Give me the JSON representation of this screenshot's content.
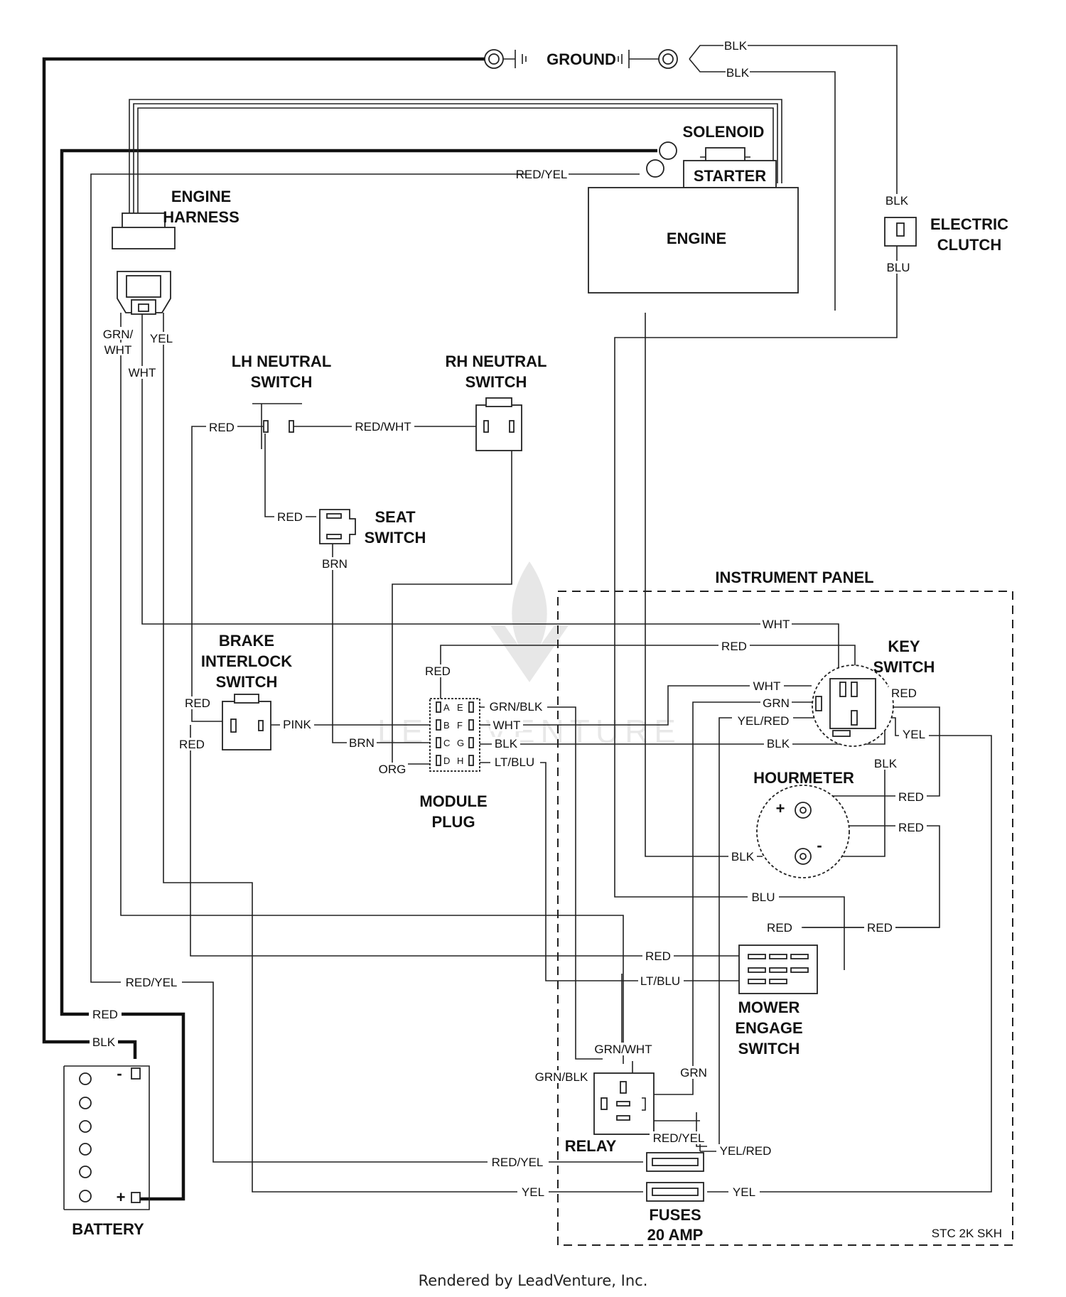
{
  "components": {
    "ground": "GROUND",
    "solenoid": "SOLENOID",
    "starter": "STARTER",
    "engine": "ENGINE",
    "engine_harness": [
      "ENGINE",
      "HARNESS"
    ],
    "electric_clutch": [
      "ELECTRIC",
      "CLUTCH"
    ],
    "lh_neutral_switch": [
      "LH NEUTRAL",
      "SWITCH"
    ],
    "rh_neutral_switch": [
      "RH NEUTRAL",
      "SWITCH"
    ],
    "seat_switch": [
      "SEAT",
      "SWITCH"
    ],
    "instrument_panel": "INSTRUMENT PANEL",
    "key_switch": [
      "KEY",
      "SWITCH"
    ],
    "brake_interlock_switch": [
      "BRAKE",
      "INTERLOCK",
      "SWITCH"
    ],
    "module_plug": [
      "MODULE",
      "PLUG"
    ],
    "hourmeter": "HOURMETER",
    "mower_engage_switch": [
      "MOWER",
      "ENGAGE",
      "SWITCH"
    ],
    "relay": "RELAY",
    "fuses": [
      "FUSES",
      "20 AMP"
    ],
    "battery": "BATTERY"
  },
  "module_pins_left": [
    "A",
    "B",
    "C",
    "D"
  ],
  "module_pins_right": [
    "E",
    "F",
    "G",
    "H"
  ],
  "polarity": {
    "plus": "+",
    "minus": "-"
  },
  "wire_labels": {
    "blk": "BLK",
    "red": "RED",
    "wht": "WHT",
    "grn": "GRN",
    "blu": "BLU",
    "yel": "YEL",
    "brn": "BRN",
    "org": "ORG",
    "pink": "PINK",
    "red_yel": "RED/YEL",
    "red_wht": "RED/WHT",
    "grn_blk": "GRN/BLK",
    "grn_wht": "GRN/WHT",
    "yel_red": "YEL/RED",
    "lt_blu": "LT/BLU",
    "grn_slash": "GRN/",
    "wht_under": "WHT"
  },
  "drawing_code": "STC 2K SKH",
  "watermark": "LEADVENTURE",
  "footer": "Rendered by LeadVenture, Inc."
}
